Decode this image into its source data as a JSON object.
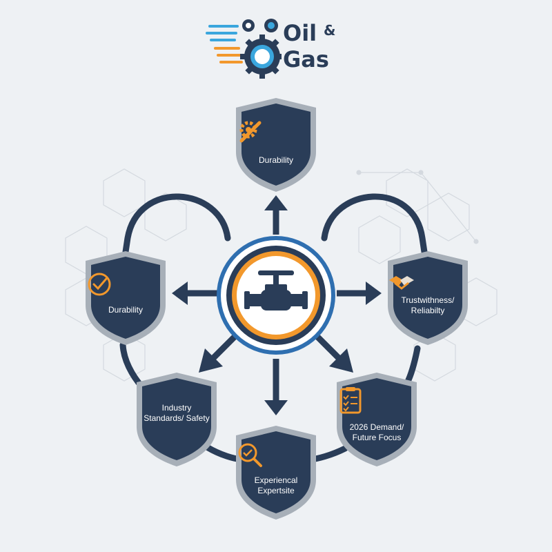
{
  "logo": {
    "word1": "Oil",
    "ampersand": "&",
    "word2": "Gas"
  },
  "center": {
    "icon": "valve-icon"
  },
  "nodes": [
    {
      "id": "top",
      "label": "Durability",
      "icon": "wrench-gear-icon"
    },
    {
      "id": "left",
      "label": "Durability",
      "icon": "gauge-check-icon"
    },
    {
      "id": "right",
      "label": "Trustwithness/ Reliabilty",
      "icon": "handshake-icon"
    },
    {
      "id": "bottom-left",
      "label": "Industry Standards/ Safety",
      "icon": "none"
    },
    {
      "id": "bottom",
      "label": "Experiencal Expertsite",
      "icon": "brain-magnifier-icon"
    },
    {
      "id": "bottom-right",
      "label": "2026 Demand/ Future Focus",
      "icon": "clipboard-checklist-icon"
    }
  ],
  "colors": {
    "navy": "#2a3d58",
    "orange": "#f2982c",
    "blue": "#2f6fb0",
    "shield_rim": "#a7afb8",
    "background": "#eef1f4"
  }
}
